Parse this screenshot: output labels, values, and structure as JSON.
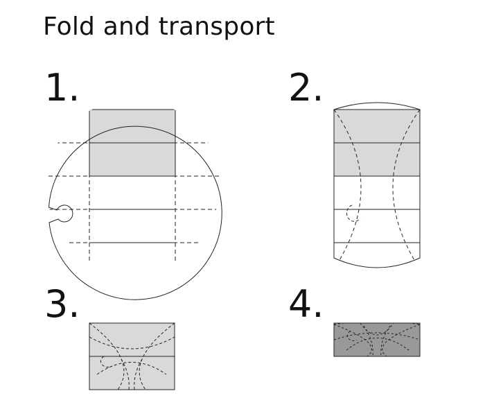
{
  "title": "Fold and transport",
  "steps": [
    "1.",
    "2.",
    "3.",
    "4."
  ],
  "colors": {
    "background": "#ffffff",
    "line": "#222222",
    "light_fill": "#d9d9d9",
    "dark_fill": "#999999"
  }
}
